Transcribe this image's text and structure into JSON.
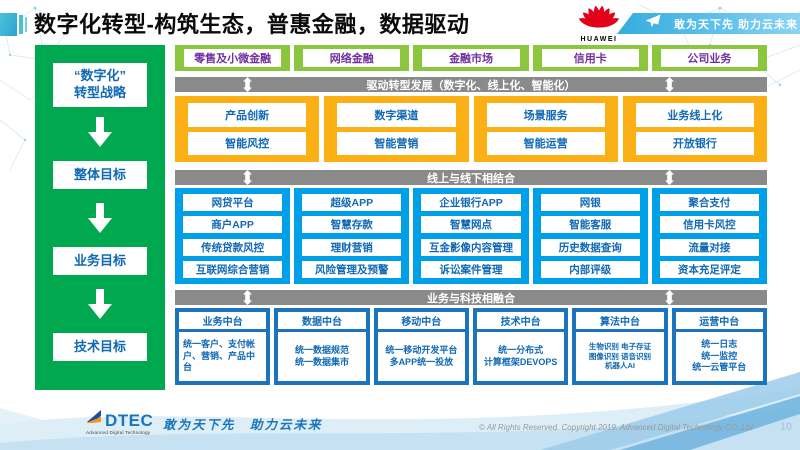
{
  "header": {
    "title": "数字化转型-构筑生态，普惠金融，数据驱动",
    "logo_text": "HUAWEI",
    "banner_slogan": "敢为天下先 助力云未来"
  },
  "sidebar": {
    "strategy": "“数字化”\n转型战略",
    "goals": [
      "整体目标",
      "业务目标",
      "技术目标"
    ]
  },
  "main": {
    "business_lines": [
      "零售及小微金融",
      "网络金融",
      "金融市场",
      "信用卡",
      "公司业务"
    ],
    "dividers": [
      "驱动转型发展（数字化、线上化、智能化）",
      "线上与线下相结合",
      "业务与科技相融合"
    ],
    "transform_rows": [
      [
        "产品创新",
        "数字渠道",
        "场景服务",
        "业务线上化"
      ],
      [
        "智能风控",
        "智能营销",
        "智能运营",
        "开放银行"
      ]
    ],
    "online_offline": [
      [
        "网贷平台",
        "超级APP",
        "企业银行APP",
        "网银",
        "聚合支付"
      ],
      [
        "商户APP",
        "智慧存款",
        "智慧网点",
        "智能客服",
        "信用卡风控"
      ],
      [
        "传统贷款风控",
        "理财营销",
        "互金影像内容管理",
        "历史数据查询",
        "流量对接"
      ],
      [
        "互联网综合营销",
        "风险管理及预警",
        "诉讼案件管理",
        "内部评级",
        "资本充足评定"
      ]
    ],
    "platforms": [
      {
        "title": "业务中台",
        "body": "统一客户、支付帐户、营销、产品中台"
      },
      {
        "title": "数据中台",
        "body": "统一数据规范\n统一数据集市"
      },
      {
        "title": "移动中台",
        "body": "统一移动开发平台\n多APP统一投放"
      },
      {
        "title": "技术中台",
        "body": "统一分布式\n计算框架DEVOPS"
      },
      {
        "title": "算法中台",
        "body": "生物识别 电子存证\n图像识别 语音识别\n机器人AI"
      },
      {
        "title": "运营中台",
        "body": "统一日志\n统一监控\n统一云管平台"
      }
    ]
  },
  "footer": {
    "logo_text": "DTEC",
    "logo_subtext": "Advanced Digital Technology",
    "slogan": "敢为天下先　助力云未来",
    "copyright": "© All Rights Reserved. Copyright 2019. Advanced Digital Technology CO.,Ltd",
    "page_number": "10"
  },
  "colors": {
    "sidebar_green": "#00A84F",
    "business_green": "#8CC63F",
    "divider_gray": "#8A8A8A",
    "transform_yellow": "#FBB116",
    "online_blue": "#00A0E9",
    "platform_blue": "#1C75BC",
    "box_text_blue": "#1069B4",
    "business_text_purple": "#7030A0",
    "huawei_red": "#E2001A",
    "accent_blue": "#1B75BB"
  }
}
